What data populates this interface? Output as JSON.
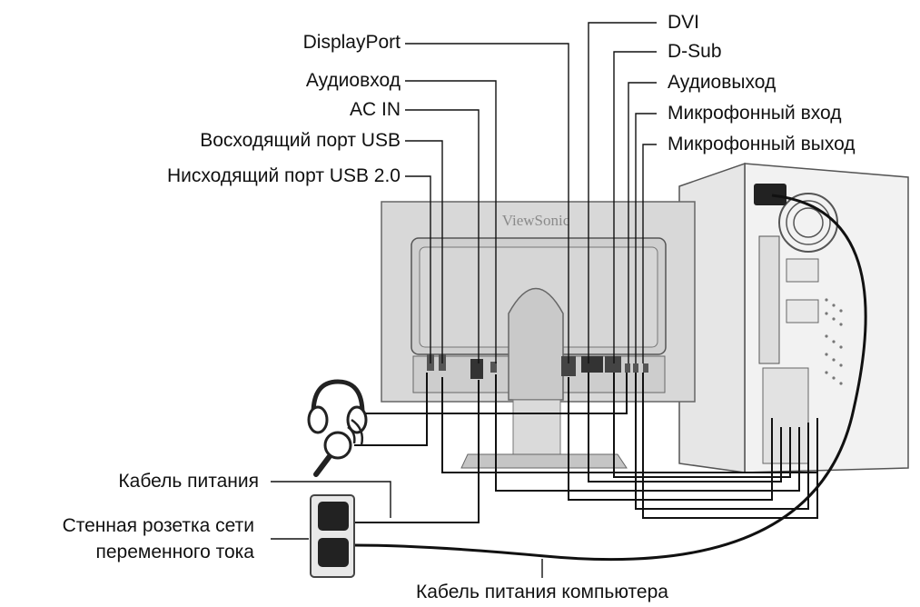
{
  "brand": "ViewSonic",
  "labels": {
    "displayport": "DisplayPort",
    "audio_in": "Аудиовход",
    "ac_in": "AC IN",
    "usb_up": "Восходящий порт USB",
    "usb_down": "Нисходящий порт USB 2.0",
    "dvi": "DVI",
    "dsub": "D-Sub",
    "audio_out": "Аудиовыход",
    "mic_in": "Микрофонный вход",
    "mic_out": "Микрофонный выход",
    "power_cable": "Кабель питания",
    "wall_outlet_line1": "Стенная розетка сети",
    "wall_outlet_line2": "переменного тока",
    "pc_power_cable": "Кабель питания компьютера"
  },
  "icons": [
    "headphones-icon",
    "microphone-icon",
    "wall-outlet-icon",
    "pc-tower-icon",
    "monitor-rear-icon"
  ]
}
